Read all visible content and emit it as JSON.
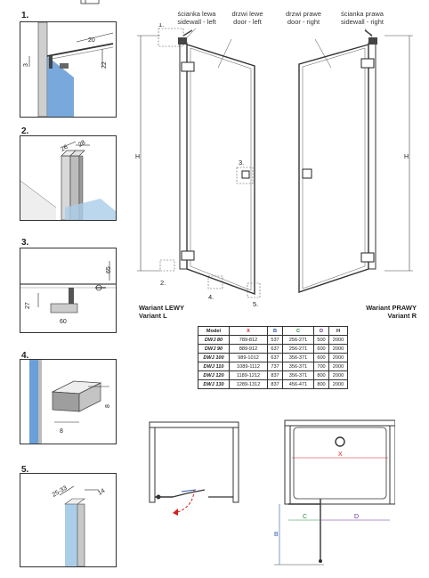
{
  "details": [
    {
      "num": "1.",
      "dims": [
        "20",
        "3",
        "22"
      ]
    },
    {
      "num": "2.",
      "dims": [
        "26",
        "28"
      ]
    },
    {
      "num": "3.",
      "dims": [
        "65",
        "27",
        "60"
      ]
    },
    {
      "num": "4.",
      "dims": [
        "8",
        "8"
      ]
    },
    {
      "num": "5.",
      "dims": [
        "25-33",
        "14"
      ]
    }
  ],
  "labels": {
    "sidewall_left": [
      "ścianka lewa",
      "sidewall - left"
    ],
    "door_left": [
      "drzwi lewe",
      "door - left"
    ],
    "door_right": [
      "drzwi prawe",
      "door - right"
    ],
    "sidewall_right": [
      "ścianka prawa",
      "sidewall - right"
    ]
  },
  "callouts": [
    "1.",
    "2.",
    "3.",
    "4.",
    "5."
  ],
  "height_label": "H",
  "variant_left": [
    "Wariant LEWY",
    "Variant L"
  ],
  "variant_right": [
    "Wariant PRAWY",
    "Variant R"
  ],
  "table": {
    "headers": [
      "Model",
      "X",
      "B",
      "C",
      "D",
      "H"
    ],
    "rows": [
      [
        "DWJ 80",
        "789-812",
        "537",
        "256-271",
        "500",
        "2000"
      ],
      [
        "DWJ 90",
        "889-912",
        "637",
        "256-271",
        "600",
        "2000"
      ],
      [
        "DWJ 100",
        "989-1012",
        "637",
        "356-371",
        "600",
        "2000"
      ],
      [
        "DWJ 110",
        "1089-1112",
        "737",
        "356-371",
        "700",
        "2000"
      ],
      [
        "DWJ 120",
        "1189-1212",
        "837",
        "356-371",
        "800",
        "2000"
      ],
      [
        "DWJ 130",
        "1289-1312",
        "837",
        "456-471",
        "800",
        "2000"
      ]
    ]
  },
  "plan_labels": {
    "x": "X",
    "b": "B",
    "c": "C",
    "d": "D"
  },
  "colors": {
    "x": "#d42020",
    "b": "#2a57b0",
    "c": "#2d8a3c",
    "d": "#6a2a90",
    "glass": "#6aa0d8",
    "wall": "#bbbbbb"
  }
}
